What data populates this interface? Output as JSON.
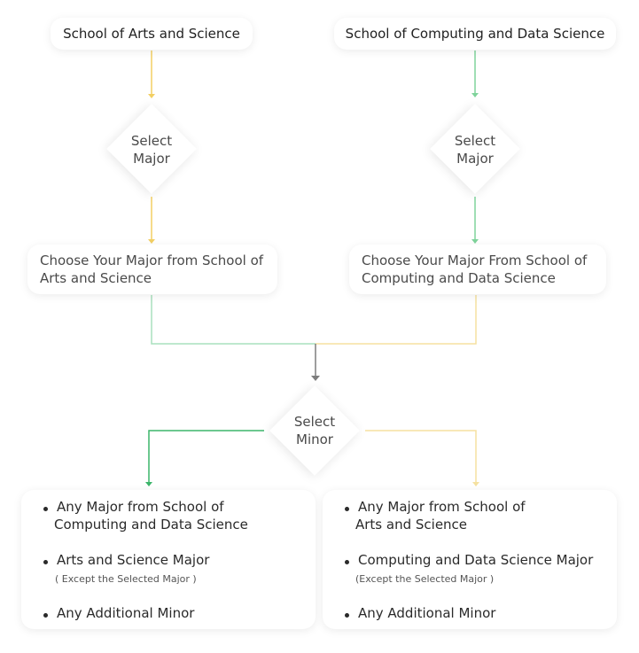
{
  "schools": {
    "arts": "School of Arts and Science",
    "computing": "School of Computing and Data Science"
  },
  "select_major": {
    "line1": "Select",
    "line2": "Major"
  },
  "majors": {
    "arts_line1": "Choose Your Major from School of",
    "arts_line2": "Arts and Science",
    "computing_line1": "Choose Your Major From School of",
    "computing_line2": "Computing and Data Science"
  },
  "select_minor": {
    "line1": "Select",
    "line2": "Minor"
  },
  "minors_left": {
    "item1_line1": "Any Major from School of",
    "item1_line2": "Computing and Data Science",
    "item2": "Arts and Science Major",
    "item2_note": "( Except the Selected Major )",
    "item3": "Any Additional Minor"
  },
  "minors_right": {
    "item1_line1": "Any Major from School of",
    "item1_line2": "Arts and Science",
    "item2": "Computing and Data Science Major",
    "item2_note": "(Except the Selected Major )",
    "item3": "Any Additional Minor"
  },
  "colors": {
    "yellow": "#f2cf63",
    "green": "#7fd39b",
    "darkgreen": "#3bb56a",
    "gray": "#7d7d7d",
    "lightyellow": "#f5e1a0"
  }
}
